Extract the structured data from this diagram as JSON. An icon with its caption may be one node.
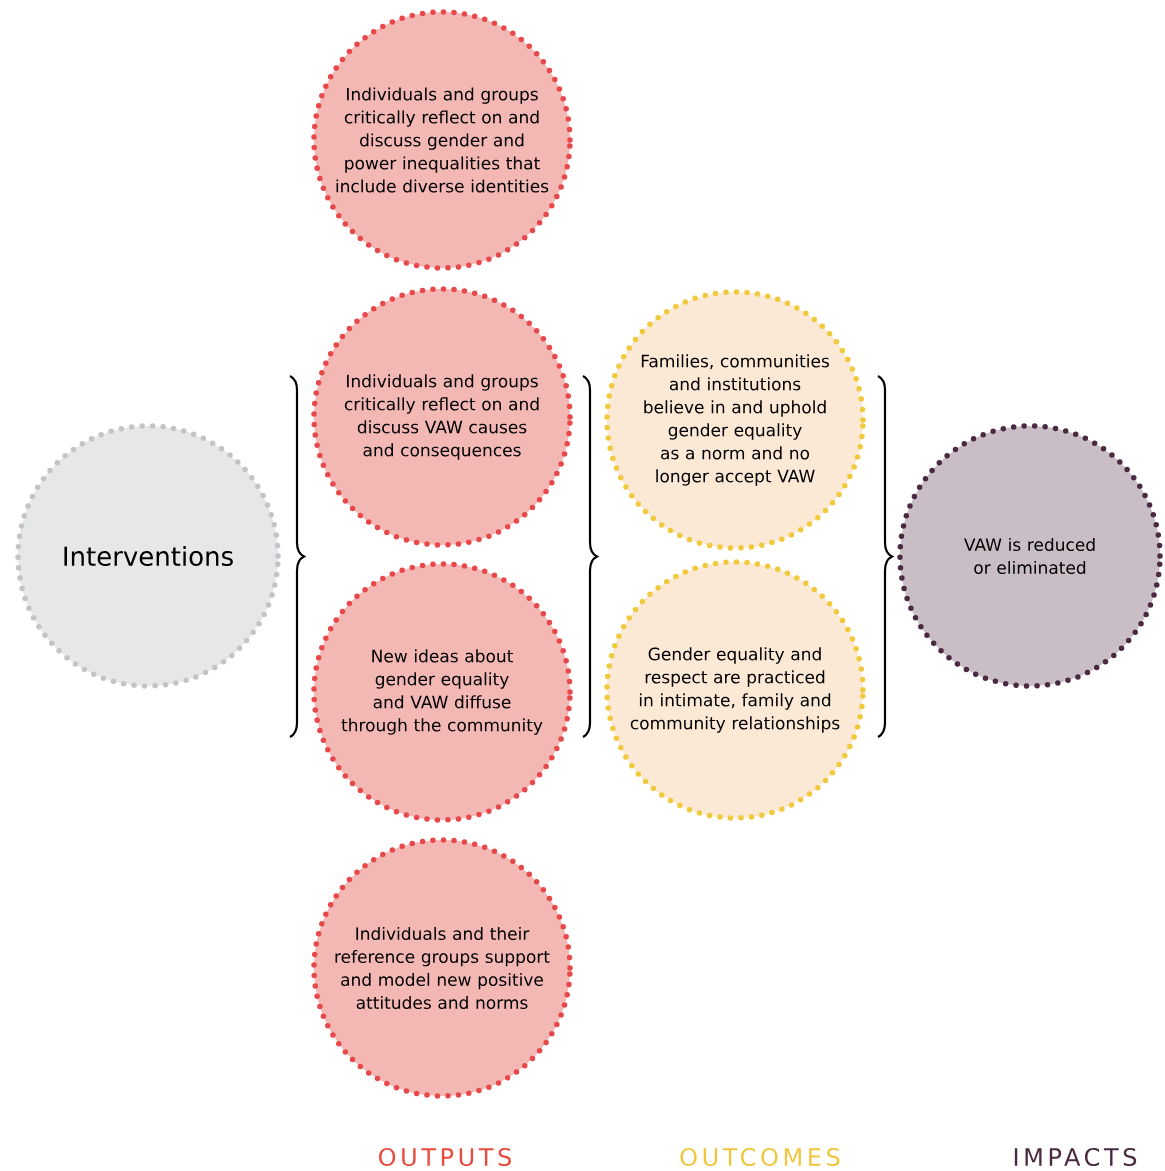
{
  "diagram": {
    "nodes": [
      {
        "text": [
          "Interventions"
        ]
      },
      {
        "text": [
          "Individuals and groups critically reflect on and discuss gender and power inequalities that include diverse identities"
        ]
      },
      {
        "text": [
          "Individuals and groups critically reflect on and discuss VAW causes and consequences"
        ]
      },
      {
        "text": [
          "New ideas about gender equality and VAW diffuse through the community"
        ]
      },
      {
        "text": [
          "Individuals and their reference groups support and model new positive attitudes and norms"
        ]
      },
      {
        "text": [
          "Families, communities and institutions believe in and uphold gender equality as a norm and no longer accept VAW"
        ]
      },
      {
        "text": [
          "Gender equality and respect are practiced in intimate, family and community relationships"
        ]
      },
      {
        "text": [
          "VAW is reduced or eliminated"
        ]
      }
    ],
    "labels": [
      "OUTPUTS",
      "OUTCOMES",
      "IMPACTS"
    ]
  }
}
